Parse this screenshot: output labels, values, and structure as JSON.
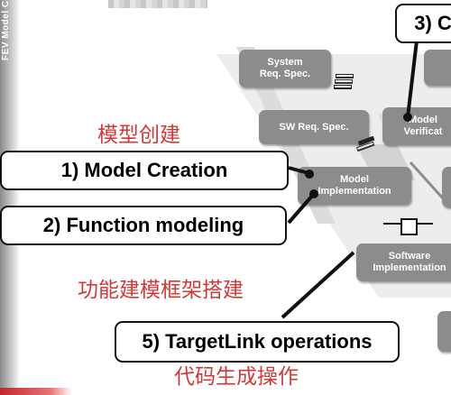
{
  "side_strip": {
    "text": "FEV Model C"
  },
  "blocks": {
    "system_req": "System\nReq. Spec.",
    "sw_req": "SW Req. Spec.",
    "model_impl": "Model\nImplementation",
    "model_verif": "Model\nVerificat",
    "software_impl": "Software\nImplementation"
  },
  "callouts": {
    "top_right": "3) C",
    "model_creation": "1) Model Creation",
    "function_modeling": "2) Function modeling",
    "targetlink": "5) TargetLink operations"
  },
  "captions": {
    "model_creation_cn": "模型创建",
    "framework_cn": "功能建模框架搭建",
    "codegen_cn": "代码生成操作"
  },
  "colors": {
    "block_gray": "#8c8c8c",
    "caption_red": "#d03a3a"
  }
}
